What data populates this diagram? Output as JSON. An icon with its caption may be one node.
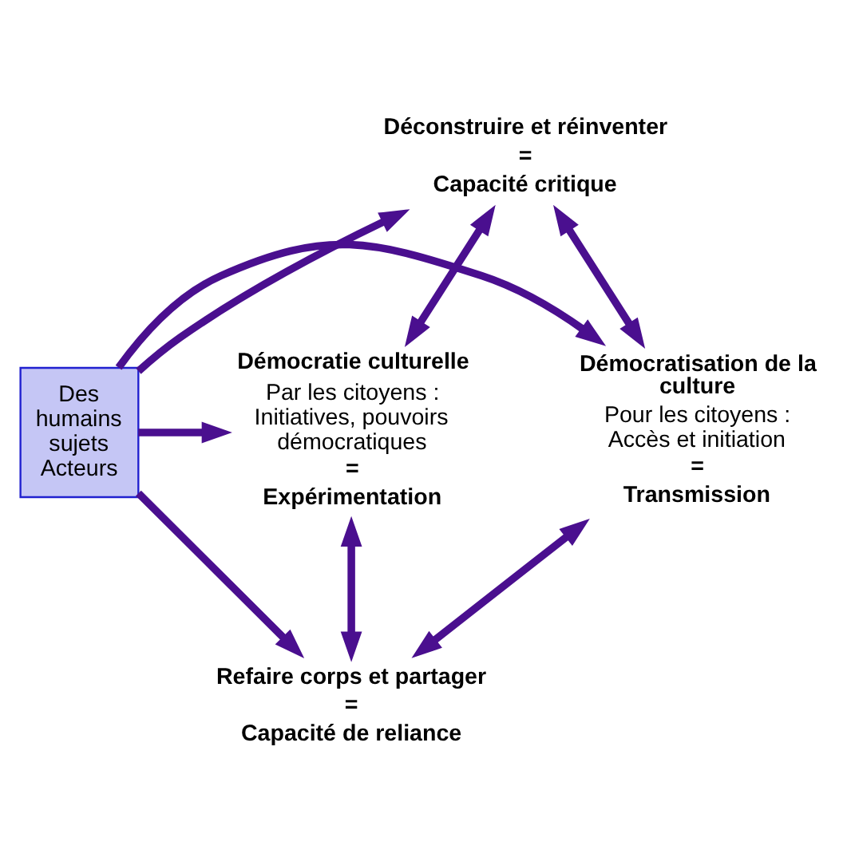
{
  "diagram": {
    "nodes": [
      {
        "text": [
          "Déconstruire et réinventer",
          "=",
          "Capacité critique"
        ]
      },
      {
        "text": [
          "Démocratisation de la culture",
          "Pour les citoyens : Accès et initiation",
          "=",
          "Transmission"
        ]
      },
      {
        "text": [
          "Des humains sujets Acteurs"
        ]
      },
      {
        "text": [
          "Démocratie culturelle",
          "Par les citoyens : Initiatives, pouvoirs démocratiques",
          "=",
          "Expérimentation"
        ]
      },
      {
        "text": [
          "Refaire corps et partager",
          "=",
          "Capacité de reliance"
        ]
      }
    ],
    "edges": [
      {
        "from": 2,
        "to": 0,
        "arrow": "to"
      },
      {
        "from": 2,
        "to": 1,
        "arrow": "to"
      },
      {
        "from": 2,
        "to": 3,
        "arrow": "to"
      },
      {
        "from": 2,
        "to": 4,
        "arrow": "to"
      },
      {
        "from": 0,
        "to": 1,
        "arrow": "both"
      },
      {
        "from": 0,
        "to": 3,
        "arrow": "both"
      },
      {
        "from": 3,
        "to": 4,
        "arrow": "both"
      },
      {
        "from": 1,
        "to": 4,
        "arrow": "both"
      }
    ]
  }
}
